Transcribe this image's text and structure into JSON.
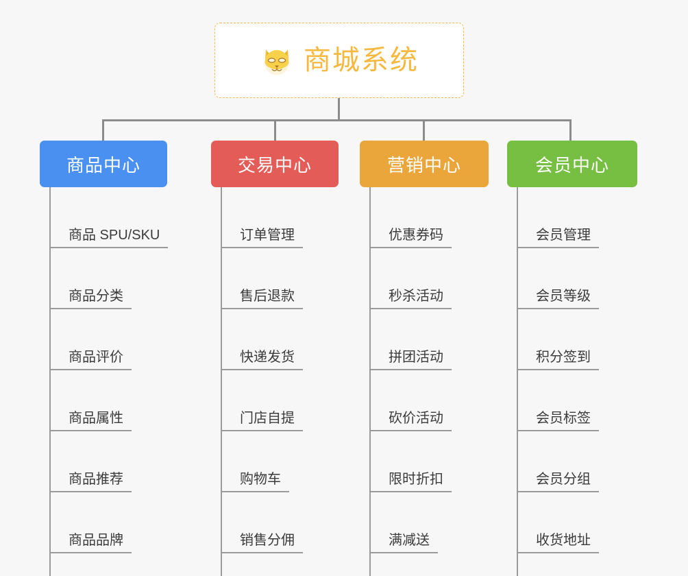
{
  "background_color": "#f7f7f7",
  "root": {
    "title": "商城系统",
    "icon": "shiba-dog-icon",
    "text_color": "#f5b940",
    "border_color": "#f0b849",
    "background_color": "#ffffff"
  },
  "connector_color": "#8c8c8c",
  "columns": [
    {
      "id": "product-center",
      "label": "商品中心",
      "color": "#4a90f0",
      "items": [
        "商品 SPU/SKU",
        "商品分类",
        "商品评价",
        "商品属性",
        "商品推荐",
        "商品品牌"
      ]
    },
    {
      "id": "trade-center",
      "label": "交易中心",
      "color": "#e35c57",
      "items": [
        "订单管理",
        "售后退款",
        "快递发货",
        "门店自提",
        "购物车",
        "销售分佣"
      ]
    },
    {
      "id": "marketing-center",
      "label": "营销中心",
      "color": "#eaa63a",
      "items": [
        "优惠券码",
        "秒杀活动",
        "拼团活动",
        "砍价活动",
        "限时折扣",
        "满减送"
      ]
    },
    {
      "id": "member-center",
      "label": "会员中心",
      "color": "#76bf43",
      "items": [
        "会员管理",
        "会员等级",
        "积分签到",
        "会员标签",
        "会员分组",
        "收货地址"
      ]
    }
  ]
}
